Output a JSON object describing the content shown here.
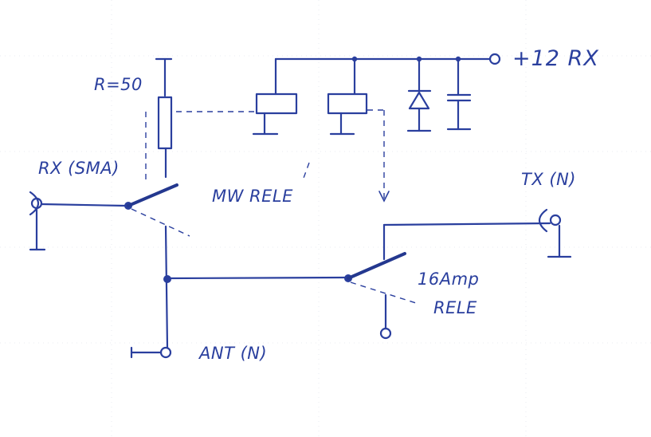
{
  "labels": {
    "supply": "+12 RX",
    "resistor": "R=50",
    "rx_port": "RX (SMA)",
    "mw_relay": "MW RELE",
    "tx_port": "TX (N)",
    "relay_16a_line1": "16Amp",
    "relay_16a_line2": "RELE",
    "ant_port": "ANT (N)"
  },
  "colors": {
    "ink": "#2a3f9e",
    "paper": "#ffffff"
  }
}
